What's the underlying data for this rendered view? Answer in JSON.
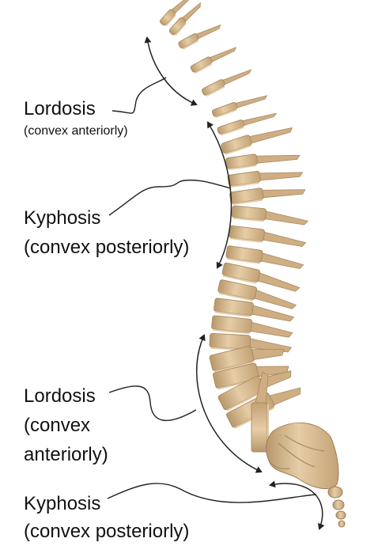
{
  "labels": {
    "cervical": {
      "line1": "Lordosis",
      "line2": "(convex anteriorly)"
    },
    "thoracic": {
      "line1": "Kyphosis",
      "line2": "(convex posteriorly)"
    },
    "lumbar": {
      "line1": "Lordosis",
      "line2": "(convex",
      "line3": "anteriorly)"
    },
    "sacral": {
      "line1": "Kyphosis",
      "line2": "(convex posteriorly)"
    }
  },
  "colors": {
    "bone_light": "#e3c9a2",
    "bone_mid": "#cfae84",
    "bone_dark": "#a98a60",
    "line": "#222222",
    "text": "#111111"
  }
}
